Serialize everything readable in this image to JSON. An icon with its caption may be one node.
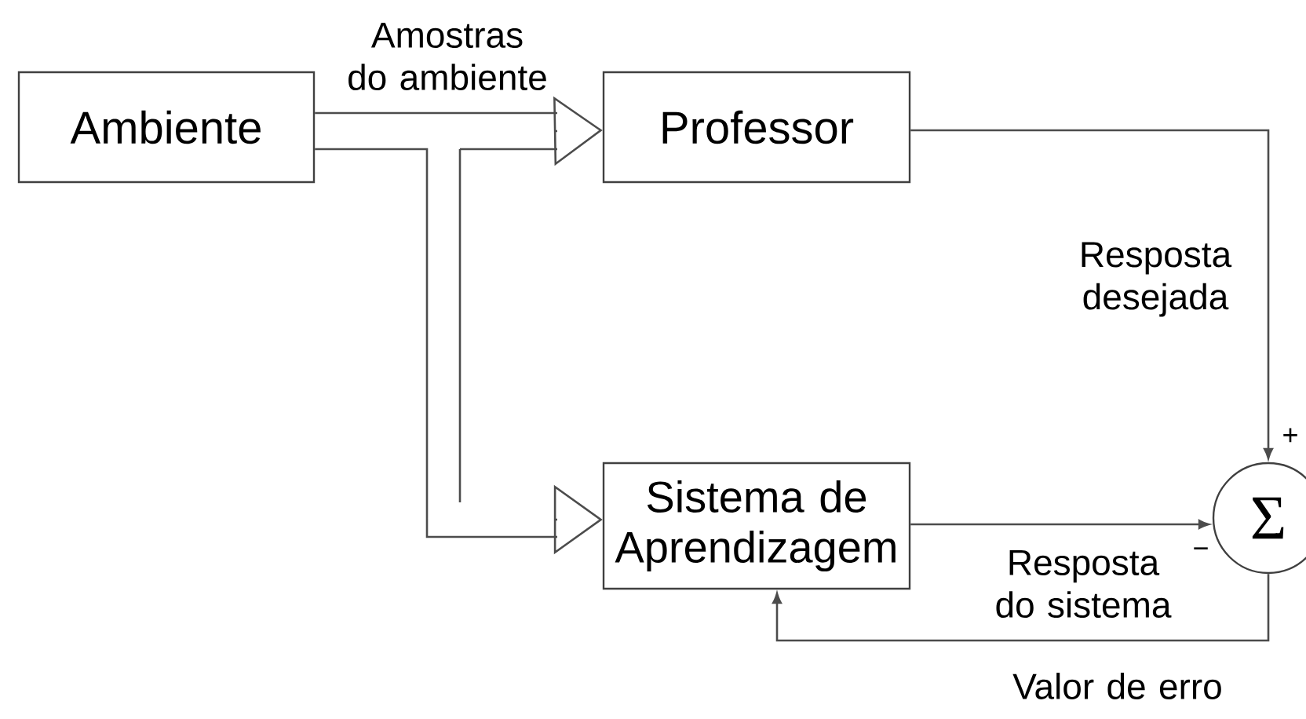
{
  "diagram": {
    "nodes": [
      {
        "text": [
          "Ambiente"
        ]
      },
      {
        "text": [
          "Professor"
        ]
      },
      {
        "text": [
          "Sistema de Aprendizagem"
        ]
      },
      {
        "text": [
          "Σ"
        ]
      }
    ],
    "edges": [
      {
        "from": 0,
        "to": 1,
        "arrow": "to",
        "label": "Amostras do ambiente"
      },
      {
        "from": 0,
        "to": 2,
        "arrow": "to"
      },
      {
        "from": 1,
        "to": 3,
        "arrow": "to",
        "label": "Resposta desejada"
      },
      {
        "from": 2,
        "to": 3,
        "arrow": "to",
        "label": "Resposta do sistema"
      },
      {
        "from": 3,
        "to": 2,
        "arrow": "to",
        "label": "Valor de erro"
      }
    ],
    "labels": [
      "+",
      "−"
    ]
  }
}
